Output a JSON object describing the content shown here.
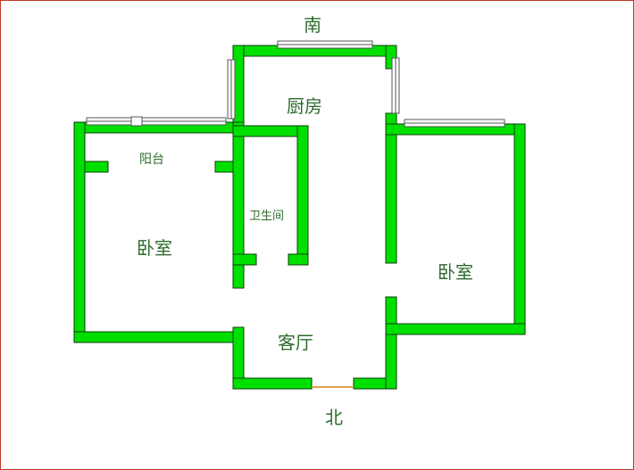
{
  "colors": {
    "wall": "#00e000",
    "wall_stroke": "#0a3d0a",
    "label": "#2e6b2e",
    "frame": "#c0392b",
    "door": "#e0a050"
  },
  "compass": {
    "south": "南",
    "north": "北"
  },
  "rooms": {
    "kitchen": "厨房",
    "balcony": "阳台",
    "bathroom": "卫生间",
    "bedroom_left": "卧室",
    "bedroom_right": "卧室",
    "living_room": "客厅"
  }
}
